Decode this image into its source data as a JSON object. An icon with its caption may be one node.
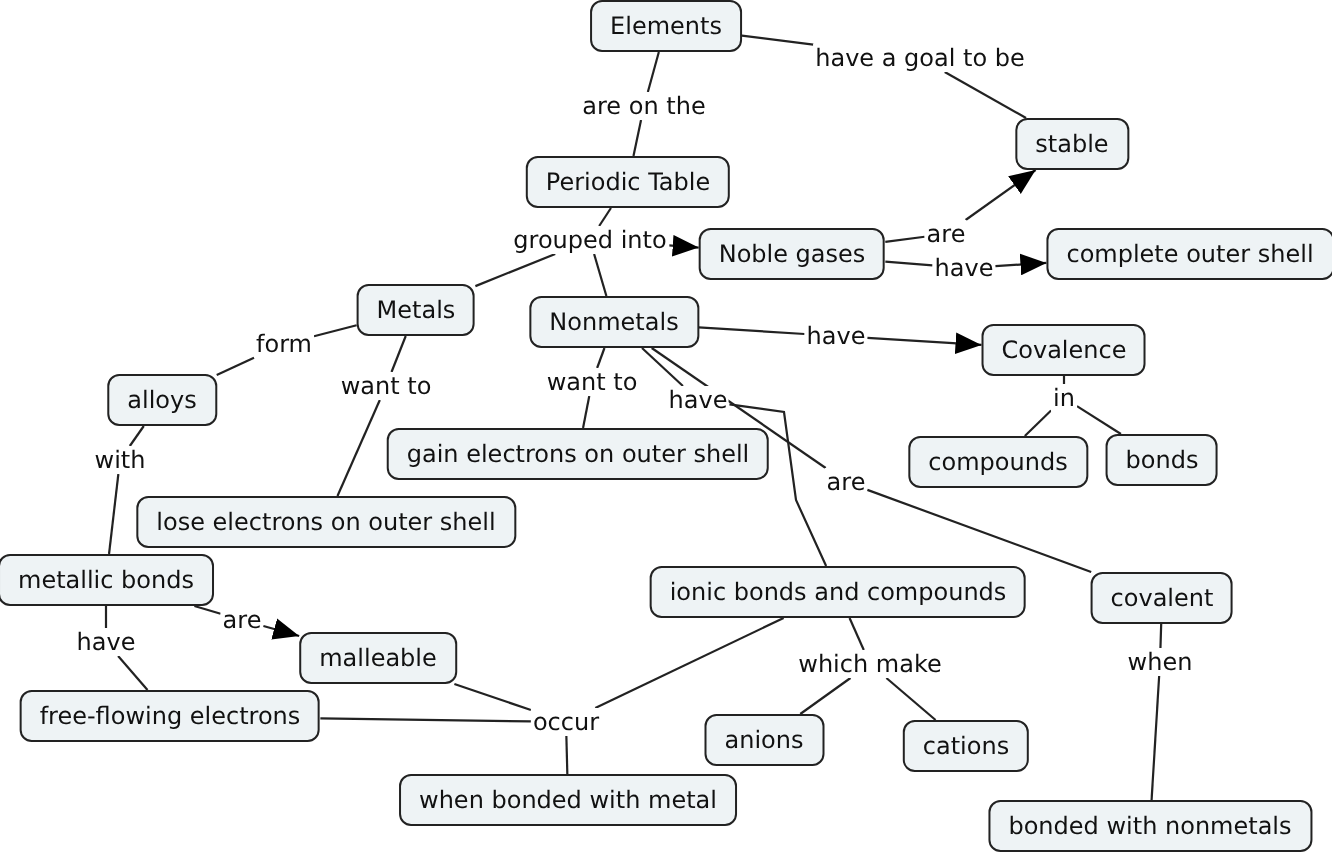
{
  "diagram": {
    "nodes": [
      {
        "text": [
          "Elements"
        ]
      },
      {
        "text": [
          "are on the"
        ]
      },
      {
        "text": [
          "Periodic Table"
        ]
      },
      {
        "text": [
          "grouped into"
        ]
      },
      {
        "text": [
          "Metals"
        ]
      },
      {
        "text": [
          "Noble gases"
        ]
      },
      {
        "text": [
          "Nonmetals"
        ]
      },
      {
        "text": [
          "have a goal to be"
        ]
      },
      {
        "text": [
          "stable"
        ]
      },
      {
        "text": [
          "are"
        ]
      },
      {
        "text": [
          "have"
        ]
      },
      {
        "text": [
          "complete outer shell"
        ]
      },
      {
        "text": [
          "form"
        ]
      },
      {
        "text": [
          "alloys"
        ]
      },
      {
        "text": [
          "want to"
        ]
      },
      {
        "text": [
          "want to"
        ]
      },
      {
        "text": [
          "have"
        ]
      },
      {
        "text": [
          "have"
        ]
      },
      {
        "text": [
          "Covalence"
        ]
      },
      {
        "text": [
          "in"
        ]
      },
      {
        "text": [
          "compounds"
        ]
      },
      {
        "text": [
          "bonds"
        ]
      },
      {
        "text": [
          "gain electrons on outer shell"
        ]
      },
      {
        "text": [
          "with"
        ]
      },
      {
        "text": [
          "lose electrons on outer shell"
        ]
      },
      {
        "text": [
          "are"
        ]
      },
      {
        "text": [
          "metallic bonds"
        ]
      },
      {
        "text": [
          "ionic bonds and compounds"
        ]
      },
      {
        "text": [
          "covalent"
        ]
      },
      {
        "text": [
          "are"
        ]
      },
      {
        "text": [
          "malleable"
        ]
      },
      {
        "text": [
          "have"
        ]
      },
      {
        "text": [
          "free-flowing electrons"
        ]
      },
      {
        "text": [
          "which make"
        ]
      },
      {
        "text": [
          "when"
        ]
      },
      {
        "text": [
          "occur"
        ]
      },
      {
        "text": [
          "anions"
        ]
      },
      {
        "text": [
          "cations"
        ]
      },
      {
        "text": [
          "when bonded with metal"
        ]
      },
      {
        "text": [
          "bonded with nonmetals"
        ]
      }
    ],
    "edges": [
      {
        "from": 0,
        "to": 1,
        "arrow": "none"
      },
      {
        "from": 1,
        "to": 2,
        "arrow": "none"
      },
      {
        "from": 0,
        "to": 7,
        "arrow": "none"
      },
      {
        "from": 7,
        "to": 8,
        "arrow": "none"
      },
      {
        "from": 2,
        "to": 3,
        "arrow": "none"
      },
      {
        "from": 3,
        "to": 4,
        "arrow": "none"
      },
      {
        "from": 3,
        "to": 5,
        "arrow": "to"
      },
      {
        "from": 3,
        "to": 6,
        "arrow": "none"
      },
      {
        "from": 5,
        "to": 9,
        "arrow": "none"
      },
      {
        "from": 9,
        "to": 8,
        "arrow": "to"
      },
      {
        "from": 5,
        "to": 10,
        "arrow": "none"
      },
      {
        "from": 10,
        "to": 11,
        "arrow": "to"
      },
      {
        "from": 4,
        "to": 12,
        "arrow": "none"
      },
      {
        "from": 12,
        "to": 13,
        "arrow": "none"
      },
      {
        "from": 4,
        "to": 14,
        "arrow": "none"
      },
      {
        "from": 14,
        "to": 24,
        "arrow": "none"
      },
      {
        "from": 6,
        "to": 15,
        "arrow": "none"
      },
      {
        "from": 15,
        "to": 22,
        "arrow": "none"
      },
      {
        "from": 6,
        "to": 16,
        "arrow": "none"
      },
      {
        "from": 16,
        "to": 27,
        "arrow": "none"
      },
      {
        "from": 6,
        "to": 17,
        "arrow": "none"
      },
      {
        "from": 17,
        "to": 18,
        "arrow": "to"
      },
      {
        "from": 18,
        "to": 19,
        "arrow": "none"
      },
      {
        "from": 19,
        "to": 20,
        "arrow": "none"
      },
      {
        "from": 19,
        "to": 21,
        "arrow": "none"
      },
      {
        "from": 6,
        "to": 25,
        "arrow": "none"
      },
      {
        "from": 25,
        "to": 28,
        "arrow": "none"
      },
      {
        "from": 13,
        "to": 23,
        "arrow": "none"
      },
      {
        "from": 23,
        "to": 26,
        "arrow": "none"
      },
      {
        "from": 26,
        "to": 29,
        "arrow": "none"
      },
      {
        "from": 29,
        "to": 30,
        "arrow": "to"
      },
      {
        "from": 26,
        "to": 31,
        "arrow": "none"
      },
      {
        "from": 31,
        "to": 32,
        "arrow": "none"
      },
      {
        "from": 27,
        "to": 33,
        "arrow": "none"
      },
      {
        "from": 33,
        "to": 36,
        "arrow": "none"
      },
      {
        "from": 33,
        "to": 37,
        "arrow": "none"
      },
      {
        "from": 28,
        "to": 34,
        "arrow": "none"
      },
      {
        "from": 34,
        "to": 39,
        "arrow": "none"
      },
      {
        "from": 30,
        "to": 35,
        "arrow": "none"
      },
      {
        "from": 32,
        "to": 35,
        "arrow": "none"
      },
      {
        "from": 27,
        "to": 35,
        "arrow": "none"
      },
      {
        "from": 35,
        "to": 38,
        "arrow": "none"
      }
    ]
  }
}
